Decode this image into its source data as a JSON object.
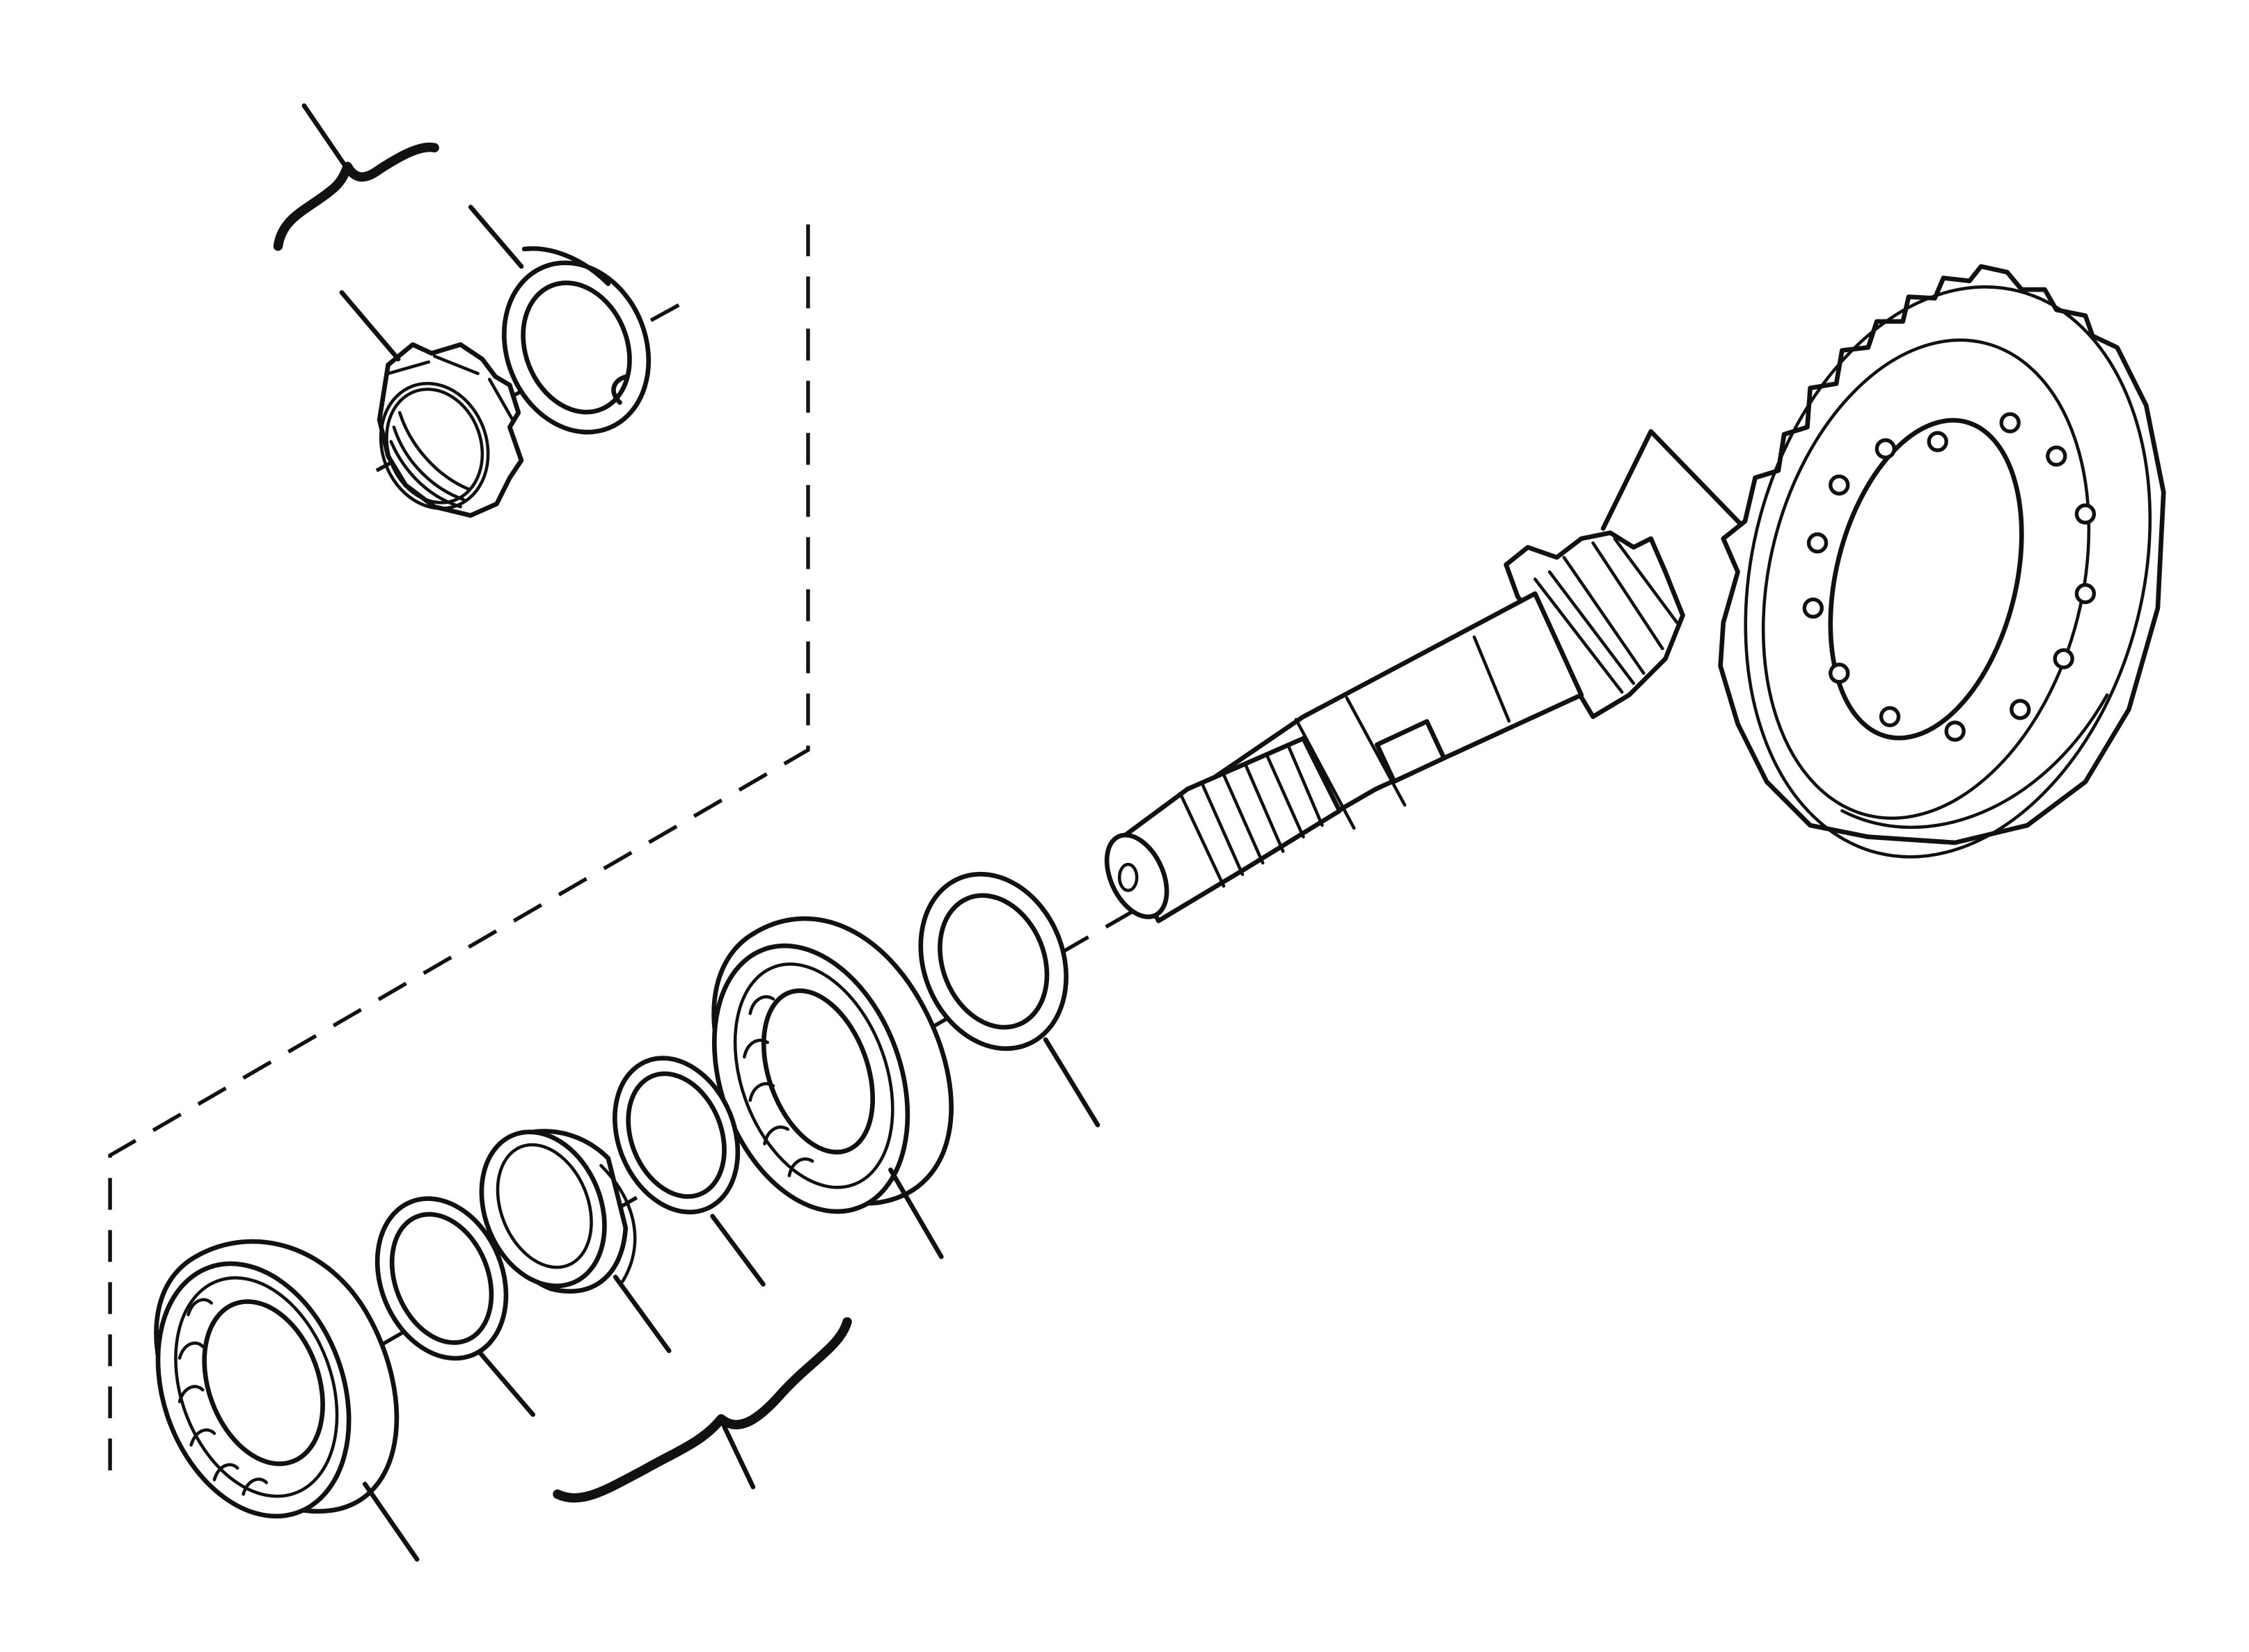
{
  "diagram": {
    "type": "exploded-parts-view",
    "colors": {
      "line": "#111111",
      "background": "#ffffff"
    },
    "parts": [
      {
        "id": "ring-nut",
        "icon": "slotted-nut-icon"
      },
      {
        "id": "lock-washer",
        "icon": "tab-washer-icon"
      },
      {
        "id": "bevel-ring-gear",
        "icon": "ring-gear-icon"
      },
      {
        "id": "bevel-pinion-shaft",
        "icon": "pinion-shaft-icon"
      },
      {
        "id": "shim-outer",
        "icon": "shim-washer-icon"
      },
      {
        "id": "taper-bearing-large",
        "icon": "roller-bearing-icon"
      },
      {
        "id": "shim-ring-a",
        "icon": "shim-washer-icon"
      },
      {
        "id": "spacer-collar",
        "icon": "collar-icon"
      },
      {
        "id": "shim-ring-b",
        "icon": "shim-washer-icon"
      },
      {
        "id": "taper-bearing-small",
        "icon": "roller-bearing-icon"
      }
    ]
  }
}
